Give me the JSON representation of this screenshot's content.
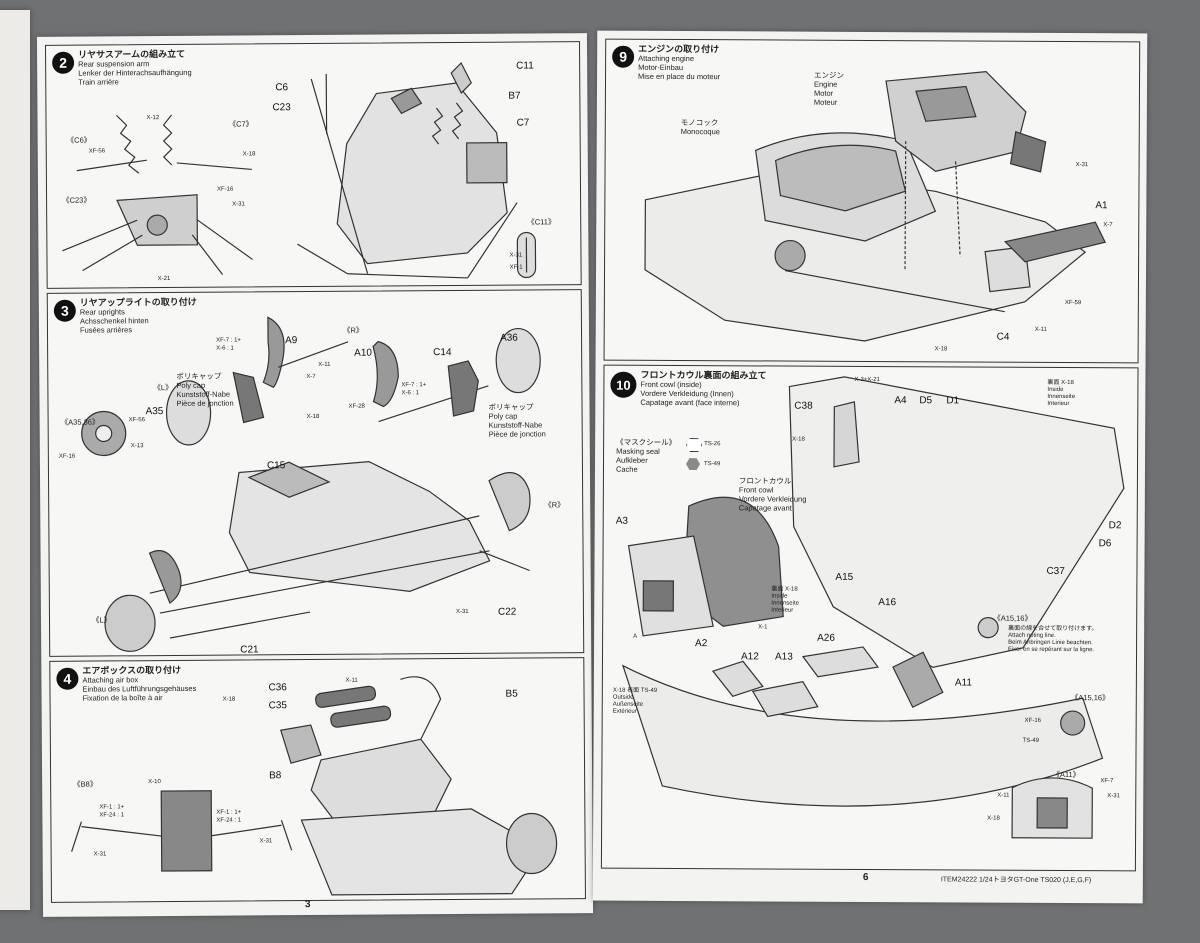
{
  "left_page": {
    "page_number": "3",
    "step2": {
      "number": "2",
      "title": [
        "リヤサスアームの組み立て",
        "Rear suspension arm",
        "Lenker der Hinterachsaufhängung",
        "Train arrière"
      ],
      "parts": [
        "C6",
        "C23",
        "C11",
        "B7",
        "C7"
      ],
      "sub_views": [
        "《C6》",
        "《C7》",
        "《C23》",
        "《C11》"
      ],
      "paints": [
        "X-12",
        "XF-56",
        "X-18",
        "XF-16",
        "X-31",
        "X-31",
        "X-21",
        "XF-1"
      ]
    },
    "step3": {
      "number": "3",
      "title": [
        "リヤアップライトの取り付け",
        "Rear uprights",
        "Achsschenkel hinten",
        "Fusées arrières"
      ],
      "parts": [
        "A9",
        "A10",
        "C14",
        "A36",
        "A35",
        "C15",
        "C21",
        "C22"
      ],
      "sub_views": [
        "《R》",
        "《L》",
        "《A35,36》",
        "《R》",
        "《L》"
      ],
      "polycap_left": [
        "ポリキャップ",
        "Poly cap",
        "Kunststoff-Nabe",
        "Pièce de jonction"
      ],
      "polycap_right": [
        "ポリキャップ",
        "Poly cap",
        "Kunststoff-Nabe",
        "Pièce de jonction"
      ],
      "mix_a": [
        "XF-7 : 1+",
        "X-6 : 1"
      ],
      "mix_b": [
        "XF-7 : 1+",
        "X-6 : 1"
      ],
      "paints": [
        "X-11",
        "X-7",
        "XF-28",
        "X-18",
        "XF-56",
        "X-13",
        "XF-16",
        "X-31"
      ]
    },
    "step4": {
      "number": "4",
      "title": [
        "エアボックスの取り付け",
        "Attaching air box",
        "Einbau des Luftführungsgehäuses",
        "Fixation de la boîte à air"
      ],
      "parts": [
        "C36",
        "C35",
        "B5",
        "B8"
      ],
      "sub_views": [
        "《B8》"
      ],
      "mix_a": [
        "XF-1 : 1+",
        "XF-24 : 1"
      ],
      "mix_b": [
        "XF-1 : 1+",
        "XF-24 : 1"
      ],
      "paints": [
        "X-11",
        "X-18",
        "X-10",
        "X-31"
      ]
    }
  },
  "right_page": {
    "page_number": "6",
    "footer": "ITEM24222 1/24トヨタGT-One TS020 (J,E,G,F)",
    "step9": {
      "number": "9",
      "title": [
        "エンジンの取り付け",
        "Attaching engine",
        "Motor-Einbau",
        "Mise en place du moteur"
      ],
      "engine_label": [
        "エンジン",
        "Engine",
        "Motor",
        "Moteur"
      ],
      "monocoque_label": [
        "モノコック",
        "Monocoque"
      ],
      "parts": [
        "A1",
        "C4"
      ],
      "paints": [
        "X-31",
        "X-7",
        "XF-59",
        "X-11",
        "X-18"
      ]
    },
    "step10": {
      "number": "10",
      "title": [
        "フロントカウル裏面の組み立て",
        "Front cowl (inside)",
        "Vordere Verkleidung (Innen)",
        "Capatage avant (face interne)"
      ],
      "masking": [
        "《マスクシール》",
        "Masking seal",
        "Aufkleber",
        "Cache"
      ],
      "mask_colors": [
        "TS-26",
        "TS-49"
      ],
      "front_cowl": [
        "フロントカウル",
        "Front cowl",
        "Vordere Verkleidung",
        "Capatage avant"
      ],
      "inside_a": [
        "裏面 X-18",
        "Inside",
        "Innenseite",
        "Interieur"
      ],
      "inside_b": [
        "裏面 X-18",
        "Inside",
        "Innenseite",
        "Interieur"
      ],
      "outside": [
        "X-18 表面 TS-49",
        "Outside",
        "Außenseite",
        "Extérieur"
      ],
      "attach_note": [
        "裏面の線を合せて取り付けます。",
        "Attach noting line.",
        "Beim Anbringen Linie beachten.",
        "Fixer en se repérant sur la ligne."
      ],
      "parts": [
        "C38",
        "A4",
        "D5",
        "D1",
        "D2",
        "D6",
        "C37",
        "A3",
        "A15",
        "A16",
        "A2",
        "A26",
        "A12",
        "A13",
        "A11"
      ],
      "sub_views": [
        "《A15,16》",
        "《A15,16》",
        "《A11》"
      ],
      "marker_a": "A",
      "paints": [
        "X-3+X-21",
        "X-18",
        "X-1",
        "XF-16",
        "TS-49",
        "XF-7",
        "X-11",
        "X-31",
        "X-18"
      ]
    }
  },
  "colors": {
    "page": "#f3f3f1",
    "ink": "#222222",
    "background": "#6f7173",
    "mask_light": "#ffffff",
    "mask_dark": "#8a8a8a"
  }
}
